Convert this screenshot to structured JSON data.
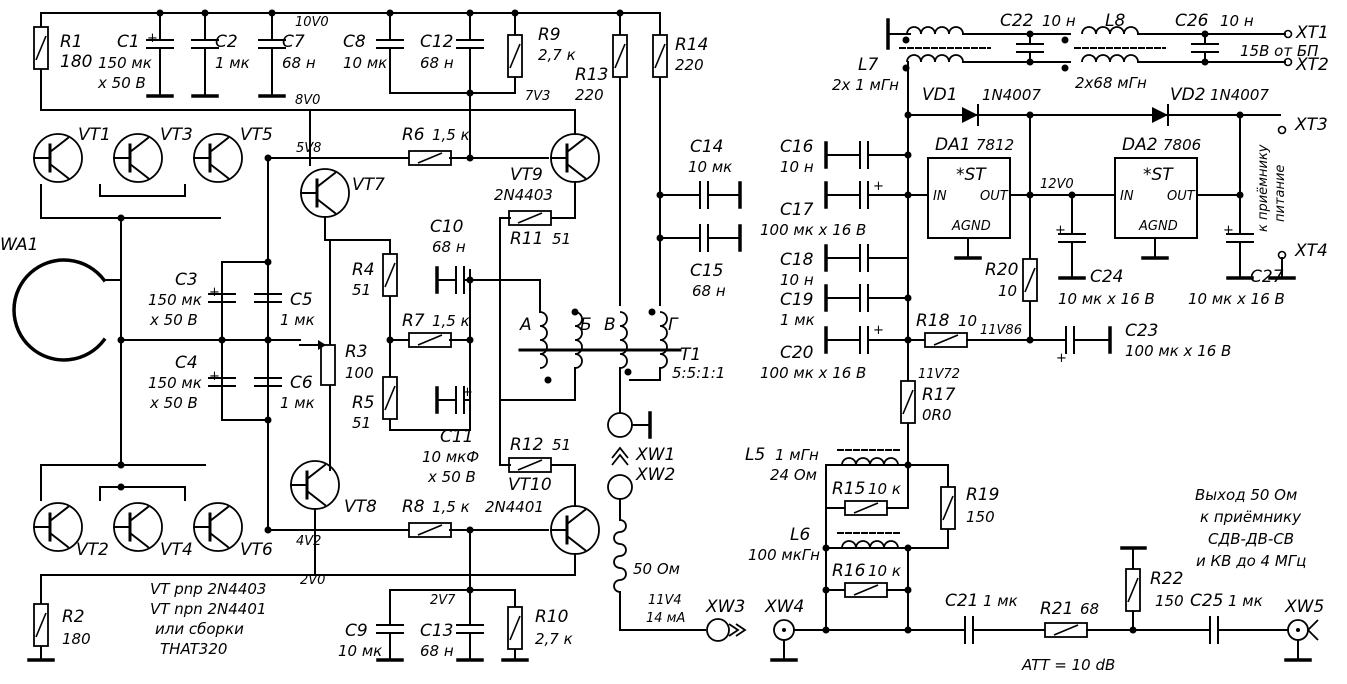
{
  "labels": {
    "WA1": "WA1",
    "R1": "R1",
    "R1v": "180",
    "C1": "C1",
    "C1v": "150 мк",
    "C1v2": "x 50 В",
    "C2": "C2",
    "C2v": "1 мк",
    "C7": "C7",
    "C7v": "68 н",
    "n10V0": "10V0",
    "C8": "C8",
    "C8v": "10 мк",
    "C12": "C12",
    "C12v": "68 н",
    "R9": "R9",
    "R9v": "2,7 к",
    "R13": "R13",
    "R13v": "220",
    "R14": "R14",
    "R14v": "220",
    "n8V0": "8V0",
    "n7V3": "7V3",
    "VT1": "VT1",
    "VT3": "VT3",
    "VT5": "VT5",
    "n5V8": "5V8",
    "R6": "R6",
    "R6v": "1,5 к",
    "VT7": "VT7",
    "VT9": "VT9",
    "VT9t": "2N4403",
    "R11": "R11",
    "R11v": "51",
    "C14": "C14",
    "C14v": "10 мк",
    "C15": "C15",
    "C15v": "68 н",
    "C3": "C3",
    "C3v": "150 мк",
    "C3v2": "x 50 В",
    "C5": "C5",
    "C5v": "1 мк",
    "C10": "C10",
    "C10v": "68 н",
    "R4": "R4",
    "R4v": "51",
    "R7": "R7",
    "R7v": "1,5 к",
    "R3": "R3",
    "R3v": "100",
    "R5": "R5",
    "R5v": "51",
    "C4": "C4",
    "C4v": "150 мк",
    "C4v2": "x 50 В",
    "C6": "C6",
    "C6v": "1 мк",
    "C11": "C11",
    "C11v": "10 мкФ",
    "C11v2": "x 50 В",
    "tA": "А",
    "tB": "Б",
    "tV": "В",
    "tG": "Г",
    "T1": "T1",
    "T1v": "5:5:1:1",
    "XW1": "XW1",
    "XW2": "XW2",
    "R12": "R12",
    "R12v": "51",
    "VT10": "VT10",
    "VT10t": "2N4401",
    "VT8": "VT8",
    "R8": "R8",
    "R8v": "1,5 к",
    "VT2": "VT2",
    "VT4": "VT4",
    "VT6": "VT6",
    "n4V2": "4V2",
    "n2V0": "2V0",
    "note1": "VT pnp 2N4403",
    "note2": "VT npn 2N4401",
    "note3": "или сборки",
    "note4": "THAT320",
    "R2": "R2",
    "R2v": "180",
    "n2V7": "2V7",
    "C9": "C9",
    "C9v": "10 мк",
    "C13": "C13",
    "C13v": "68 н",
    "R10": "R10",
    "R10v": "2,7 к",
    "ohm50a": "50 Ом",
    "n11V4": "11V4",
    "i14": "14 мА",
    "XW3": "XW3",
    "XW4": "XW4",
    "C22": "C22",
    "C22v": "10 н",
    "L8": "L8",
    "L8v": "2x68 мГн",
    "C26": "C26",
    "C26v": "10 н",
    "XT1": "XT1",
    "XT2": "XT2",
    "supply": "15В от БП",
    "L7": "L7",
    "L7v": "2x 1 мГн",
    "VD1": "VD1",
    "VD1t": "1N4007",
    "VD2": "VD2",
    "VD2t": "1N4007",
    "XT3": "XT3",
    "XT4": "XT4",
    "rxsup1": "к приёмнику",
    "rxsup2": "питание",
    "C16": "C16",
    "C16v": "10 н",
    "C17": "C17",
    "C17v": "100 мк x 16 В",
    "DA1": "DA1",
    "DA1t": "7812",
    "DA2": "DA2",
    "DA2t": "7806",
    "st": "*ST",
    "pIN": "IN",
    "pOUT": "OUT",
    "pAGND": "AGND",
    "n12V0": "12V0",
    "R20": "R20",
    "R20v": "10",
    "C24": "C24",
    "C24v": "10 мк x 16 В",
    "C27": "C27",
    "C27v": "10 мк x 16 В",
    "C18": "C18",
    "C18v": "10 н",
    "C19": "C19",
    "C19v": "1 мк",
    "C20": "C20",
    "C20v": "100 мк x 16 В",
    "R18": "R18",
    "R18v": "10",
    "n11V86": "11V86",
    "C23": "C23",
    "C23v": "100 мк x 16 В",
    "n11V72": "11V72",
    "R17": "R17",
    "R17v": "0R0",
    "L5": "L5",
    "L5v": "1 мГн",
    "L5r": "24 Ом",
    "R15": "R15",
    "R15v": "10 к",
    "R19": "R19",
    "R19v": "150",
    "L6": "L6",
    "L6v": "100 мкГн",
    "R16": "R16",
    "R16v": "10 к",
    "out1": "Выход 50 Ом",
    "out2": "к приёмнику",
    "out3": "СДВ-ДВ-СВ",
    "out4": "и КВ до 4 МГц",
    "R22": "R22",
    "R22v": "150",
    "C21": "C21",
    "C21v": "1 мк",
    "R21": "R21",
    "R21v": "68",
    "C25": "C25",
    "C25v": "1 мк",
    "XW5": "XW5",
    "att": "ATT = 10 dB"
  }
}
